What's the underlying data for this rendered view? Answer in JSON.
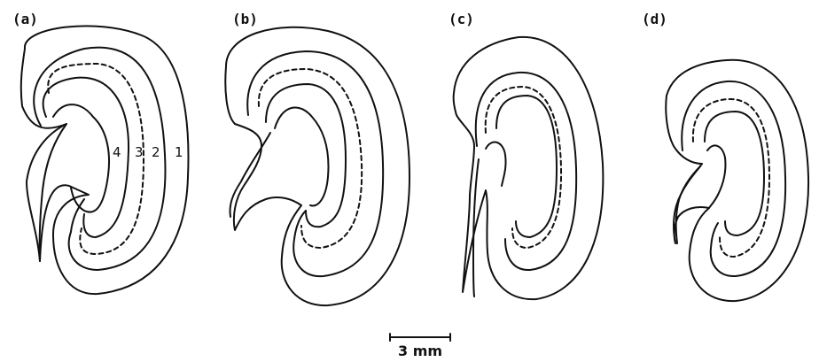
{
  "panels": [
    {
      "label": "(a)"
    },
    {
      "label": "(b)"
    },
    {
      "label": "(c)"
    },
    {
      "label": "(d)"
    }
  ],
  "zone_labels": [
    "4",
    "3",
    "2",
    "1"
  ],
  "scale_bar": {
    "label": "3 mm"
  }
}
